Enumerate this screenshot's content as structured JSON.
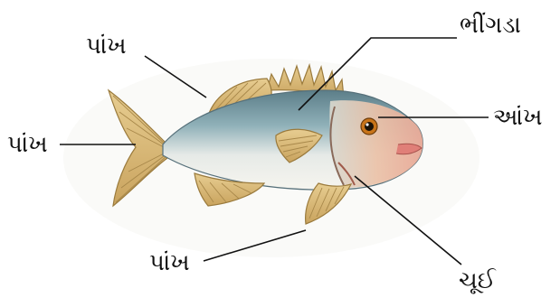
{
  "labels": {
    "fin_top": "પાંખ",
    "fin_tail": "પાંખ",
    "fin_bottom": "પાંખ",
    "scales": "ભીંગડા",
    "eye": "આંખ",
    "gill": "ચૂઈ"
  },
  "colors": {
    "background": "#ffffff",
    "fin": "#d9b878",
    "fin_stroke": "#9a7a3c",
    "body_top": "#6f8f99",
    "body_belly": "#f3f3ee",
    "head": "#e8b59a",
    "lips": "#e07f78",
    "eye_ring": "#c8741a",
    "leader_line": "#111111"
  }
}
